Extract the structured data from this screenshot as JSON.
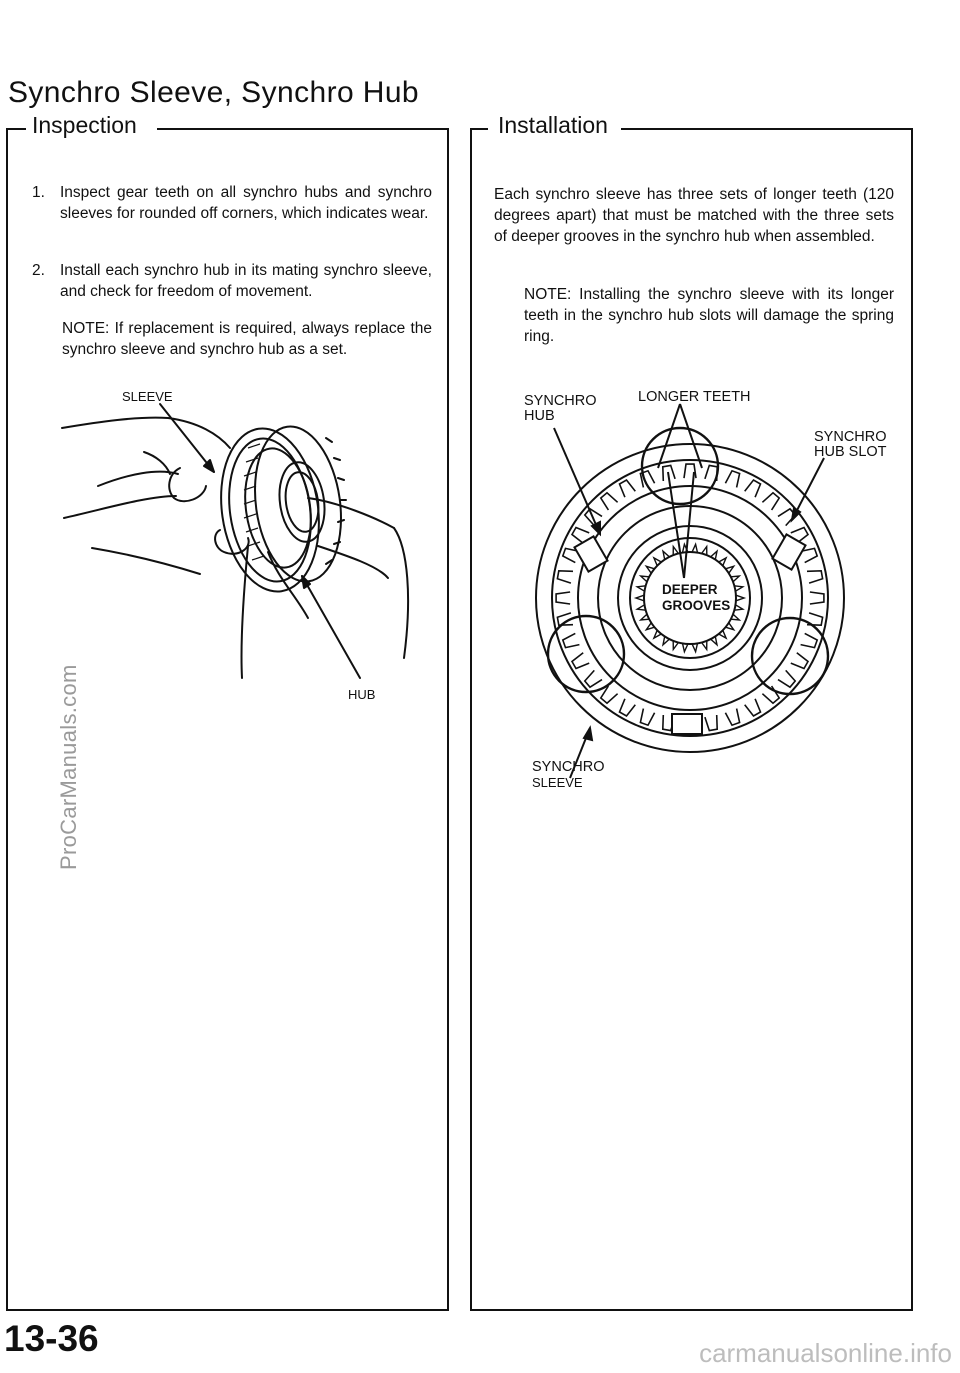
{
  "title": "Synchro Sleeve, Synchro Hub",
  "inspection": {
    "heading": "Inspection",
    "steps": [
      {
        "num": "1.",
        "text": "Inspect gear teeth on all synchro hubs and synchro sleeves for rounded off corners, which indicates wear."
      },
      {
        "num": "2.",
        "text": "Install each synchro hub in its mating synchro sleeve, and check for freedom of movement."
      }
    ],
    "note": "NOTE: If replacement is required, always replace the synchro sleeve and synchro hub as a set.",
    "figure": {
      "label_sleeve": "SLEEVE",
      "label_hub": "HUB"
    }
  },
  "installation": {
    "heading": "Installation",
    "paragraph": "Each synchro sleeve has three sets of longer teeth (120 degrees apart) that must be matched with the three sets of deeper grooves in the synchro hub when assembled.",
    "note": "NOTE: Installing the synchro sleeve with its longer teeth in the synchro hub slots will damage the spring ring.",
    "figure": {
      "label_synchro_hub_1": "SYNCHRO",
      "label_synchro_hub_2": "HUB",
      "label_longer_teeth": "LONGER TEETH",
      "label_hub_slot_1": "SYNCHRO",
      "label_hub_slot_2": "HUB SLOT",
      "label_deeper_1": "DEEPER",
      "label_deeper_2": "GROOVES",
      "label_sleeve_1": "SYNCHRO",
      "label_sleeve_2": "SLEEVE"
    }
  },
  "watermark": "ProCarManuals.com",
  "page_number": "13-36",
  "footer_site": "carmanualsonline.info"
}
